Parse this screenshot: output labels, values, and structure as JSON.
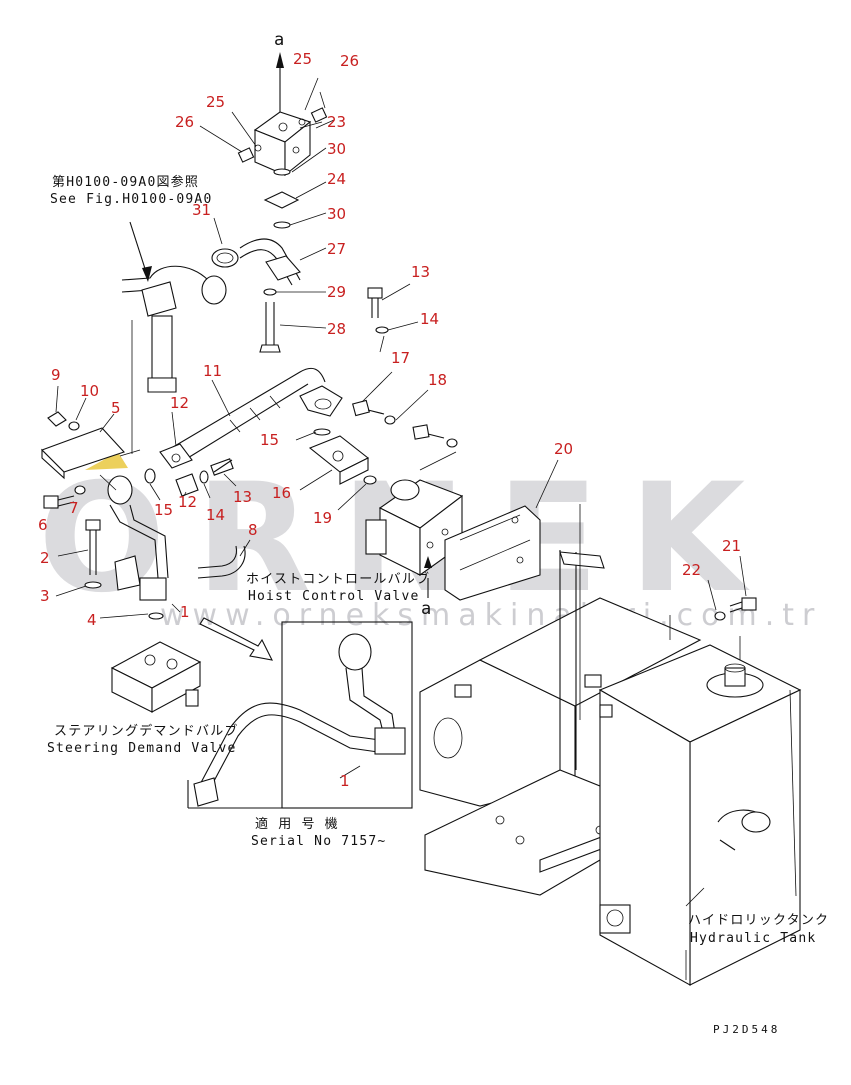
{
  "watermark": {
    "brand": "ORNEK",
    "url": "www.orneksmakinalari.com.tr"
  },
  "labels": {
    "ref_jp": "第H0100-09A0図参照",
    "ref_en": "See Fig.H0100-09A0",
    "hoist_jp": "ホイストコントロールバルブ",
    "hoist_en": "Hoist Control Valve",
    "steer_jp": "ステアリングデマンドバルブ",
    "steer_en": "Steering Demand Valve",
    "serial_jp": "適 用 号 機",
    "serial_en": "Serial No 7157~",
    "tank_jp": "ハイドロリックタンク",
    "tank_en": "Hydraulic Tank",
    "arrow_top": "a",
    "arrow_bottom": "a",
    "drawing_code": "PJ2D548"
  },
  "callouts": [
    "25",
    "26",
    "25",
    "26",
    "23",
    "30",
    "24",
    "30",
    "31",
    "27",
    "29",
    "28",
    "13",
    "14",
    "11",
    "17",
    "18",
    "9",
    "10",
    "5",
    "12",
    "15",
    "16",
    "12",
    "14",
    "13",
    "20",
    "19",
    "6",
    "7",
    "15",
    "2",
    "8",
    "21",
    "22",
    "3",
    "4",
    "1",
    "1"
  ],
  "colors": {
    "callout": "#c82020",
    "line": "#111111",
    "watermark": "#cfcfd3"
  }
}
